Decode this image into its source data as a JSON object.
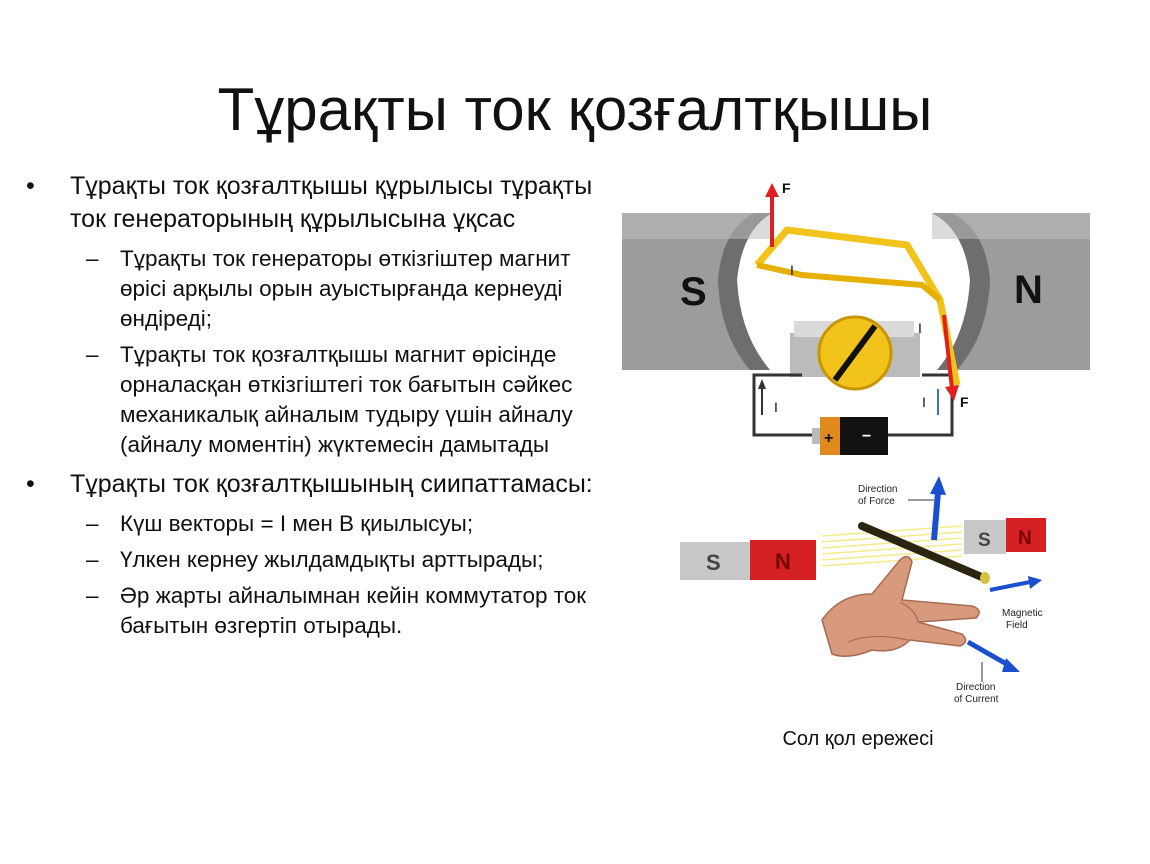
{
  "slide": {
    "title": "Тұрақты ток қозғалтқышы",
    "bullets": [
      {
        "text": "Тұрақты ток қозғалтқышы құрылысы тұрақты ток генераторының құрылысына ұқсас",
        "sub": [
          "Тұрақты ток генераторы өткізгіштер магнит өрісі арқылы орын ауыстырғанда кернеуді өндіреді;",
          "Тұрақты ток қозғалтқышы магнит өрісінде орналасқан өткізгіштегі ток бағытын сәйкес механикалық айналым тудыру үшін айналу (айналу моментін) жүктемесін дамытады"
        ]
      },
      {
        "text": "Тұрақты ток қозғалтқышының сиипаттамасы:",
        "sub": [
          "Күш векторы = I мен B қиылысуы;",
          "Үлкен кернеу жылдамдықты арттырады;",
          "Әр жарты айналымнан кейін коммутатор ток бағытын өзгертіп отырады."
        ]
      }
    ]
  },
  "motor_diagram": {
    "south_label": "S",
    "north_label": "N",
    "force_label": "F",
    "current_label": "I",
    "battery_plus": "+",
    "battery_minus": "−"
  },
  "hand_rule": {
    "magnet_left_s": "S",
    "magnet_left_n": "N",
    "magnet_right_s": "S",
    "magnet_right_n": "N",
    "force_label_1": "Direction",
    "force_label_2": "of Force",
    "field_label_1": "Magnetic",
    "field_label_2": "Field",
    "current_label_1": "Direction",
    "current_label_2": "of Current",
    "caption": "Сол қол ережесі"
  },
  "colors": {
    "magnet_gray": "#9c9c9c",
    "coil_yellow": "#f2c31a",
    "force_red": "#e02020",
    "arrow_blue": "#1a4fd0",
    "magnet_red": "#d42020"
  }
}
